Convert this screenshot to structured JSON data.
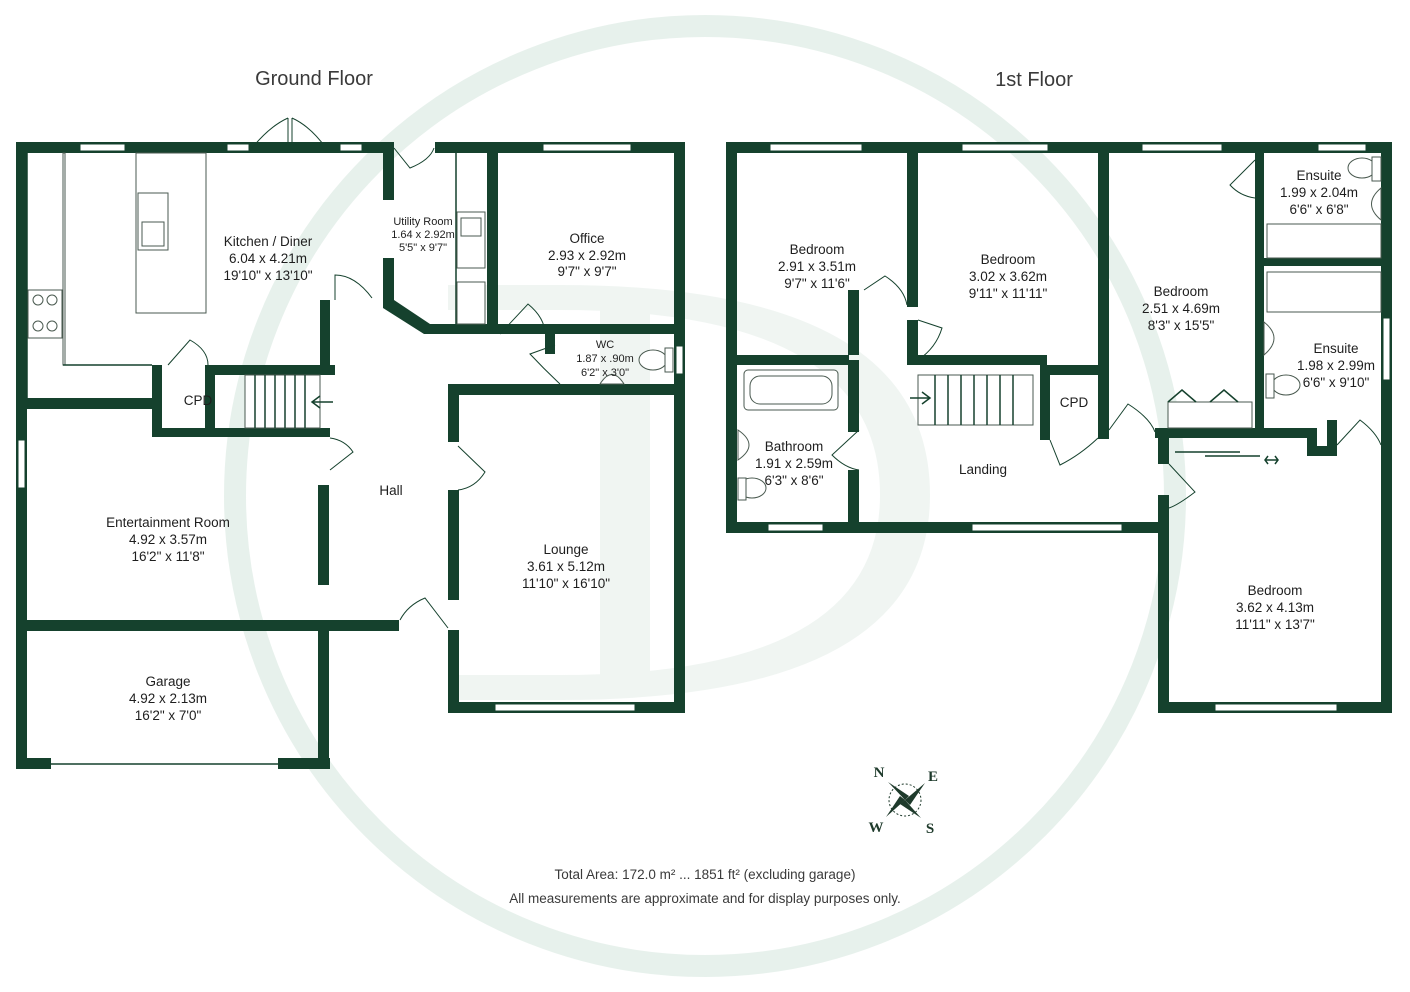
{
  "colors": {
    "wall": "#15412d",
    "watermark": "#d3e6dd",
    "text": "#1e1e1e"
  },
  "floors": {
    "ground": {
      "title": "Ground Floor",
      "rooms": {
        "kitchen": {
          "name": "Kitchen / Diner",
          "metric": "6.04 x 4.21m",
          "imperial": "19'10\" x 13'10\""
        },
        "utility": {
          "name": "Utility Room",
          "metric": "1.64 x 2.92m",
          "imperial": "5'5\" x 9'7\""
        },
        "office": {
          "name": "Office",
          "metric": "2.93 x 2.92m",
          "imperial": "9'7\" x 9'7\""
        },
        "wc": {
          "name": "WC",
          "metric": "1.87 x .90m",
          "imperial": "6'2\" x 3'0\""
        },
        "cpd": {
          "name": "CPD"
        },
        "hall": {
          "name": "Hall"
        },
        "entertainment": {
          "name": "Entertainment Room",
          "metric": "4.92 x 3.57m",
          "imperial": "16'2\" x 11'8\""
        },
        "lounge": {
          "name": "Lounge",
          "metric": "3.61 x 5.12m",
          "imperial": "11'10\" x 16'10\""
        },
        "garage": {
          "name": "Garage",
          "metric": "4.92 x 2.13m",
          "imperial": "16'2\" x 7'0\""
        }
      }
    },
    "first": {
      "title": "1st Floor",
      "rooms": {
        "bedroom1": {
          "name": "Bedroom",
          "metric": "2.91 x 3.51m",
          "imperial": "9'7\" x 11'6\""
        },
        "bedroom2": {
          "name": "Bedroom",
          "metric": "3.02 x 3.62m",
          "imperial": "9'11\" x 11'11\""
        },
        "bedroom3": {
          "name": "Bedroom",
          "metric": "2.51 x 4.69m",
          "imperial": "8'3\" x 15'5\""
        },
        "ensuite1": {
          "name": "Ensuite",
          "metric": "1.99 x 2.04m",
          "imperial": "6'6\" x 6'8\""
        },
        "ensuite2": {
          "name": "Ensuite",
          "metric": "1.98 x 2.99m",
          "imperial": "6'6\" x 9'10\""
        },
        "bathroom": {
          "name": "Bathroom",
          "metric": "1.91 x 2.59m",
          "imperial": "6'3\" x 8'6\""
        },
        "cpd": {
          "name": "CPD"
        },
        "landing": {
          "name": "Landing"
        },
        "bedroom4": {
          "name": "Bedroom",
          "metric": "3.62 x 4.13m",
          "imperial": "11'11\" x 13'7\""
        }
      }
    }
  },
  "compass": {
    "n": "N",
    "e": "E",
    "s": "S",
    "w": "W"
  },
  "footer": {
    "total_area": "Total Area: 172.0 m² ... 1851 ft² (excluding garage)",
    "disclaimer": "All measurements are approximate and for display purposes only."
  }
}
